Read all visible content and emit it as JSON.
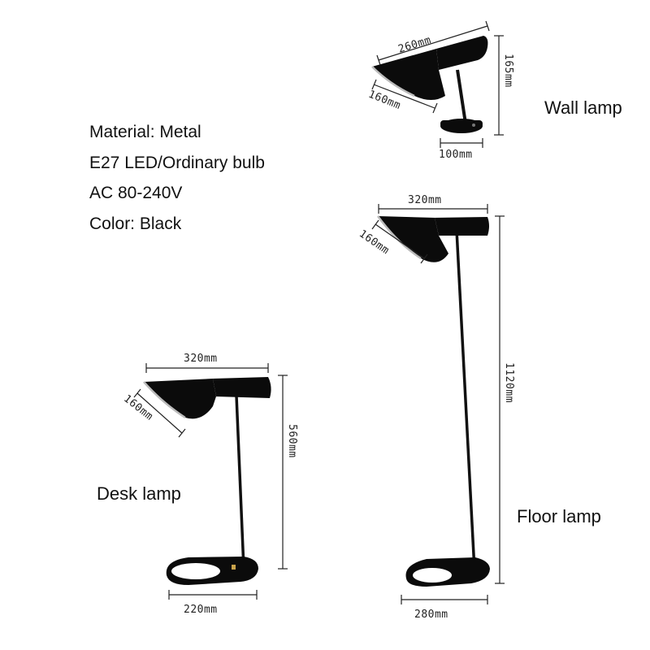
{
  "specs": {
    "material": "Material: Metal",
    "bulb": "E27 LED/Ordinary bulb",
    "voltage": "AC 80-240V",
    "color": "Color: Black"
  },
  "lamps": {
    "wall": {
      "title": "Wall lamp",
      "width": "260mm",
      "depth": "160mm",
      "height": "165mm",
      "base": "100mm"
    },
    "floor": {
      "title": "Floor lamp",
      "width": "320mm",
      "depth": "160mm",
      "height": "1120mm",
      "base": "280mm"
    },
    "desk": {
      "title": "Desk lamp",
      "width": "320mm",
      "depth": "160mm",
      "height": "560mm",
      "base": "220mm"
    }
  },
  "colors": {
    "lamp": "#0b0b0b",
    "background": "#ffffff",
    "text": "#111111"
  }
}
